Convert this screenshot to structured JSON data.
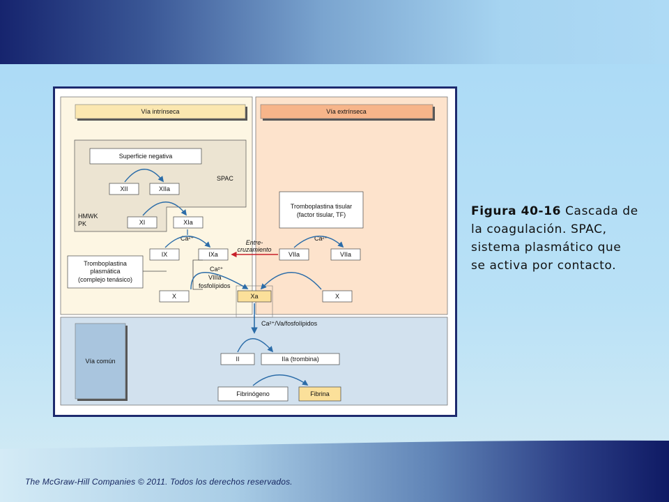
{
  "caption": {
    "figure_label": "Figura 40-16",
    "text": "Cascada de la coagulación. SPAC, sistema plasmático que se activa por contacto."
  },
  "footer": "The McGraw-Hill Companies © 2011. Todos los derechos reservados.",
  "diagram": {
    "intrinsic_header": "Vía intrínseca",
    "extrinsic_header": "Vía extrínseca",
    "common_label": "Vía común",
    "superficie": "Superficie negativa",
    "spac": "SPAC",
    "hmwk": "HMWK",
    "pk": "PK",
    "xii": "XII",
    "xiia": "XIIa",
    "xi": "XI",
    "xia": "XIa",
    "ix": "IX",
    "ixa": "IXa",
    "ca2_left": "Ca²⁺",
    "tromboplastina_plasmatica": [
      "Tromboplastina",
      "plasmática",
      "(complejo tenásico)"
    ],
    "cofactors": [
      "Ca²⁺",
      "VIIIa",
      "fosfolípidos"
    ],
    "x_left": "X",
    "xa": "Xa",
    "x_right": "X",
    "entre": [
      "Entre-",
      "cruzamiento"
    ],
    "tromboplastina_tisular": [
      "Tromboplastina tisular",
      "(factor tisular, TF)"
    ],
    "ca2_right": "Ca²⁺",
    "viia_left": "VIIa",
    "viia_right": "VIIa",
    "common_cofactors": "Ca²⁺/Va/fosfolípidos",
    "ii": "II",
    "iia": "IIa (trombina)",
    "fibrinogeno": "Fibrinógeno",
    "fibrina": "Fibrina"
  },
  "colors": {
    "intrinsic_bg": "#fdf6e3",
    "extrinsic_bg": "#fde3cc",
    "common_bg": "#d2e1ee",
    "arrow_blue": "#2b6ca8",
    "arrow_red": "#c8202a",
    "fibrina_fill": "#fbe09a"
  }
}
